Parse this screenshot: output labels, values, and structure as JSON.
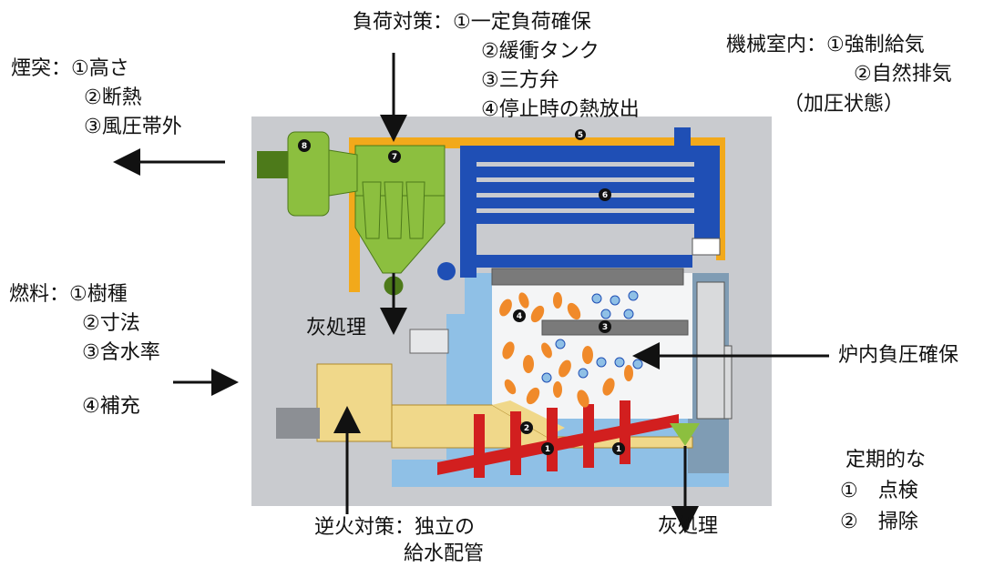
{
  "labels": {
    "load_title": "負荷対策：①一定負荷確保",
    "load_2": "②緩衝タンク",
    "load_3": "③三方弁",
    "load_4": "④停止時の熱放出",
    "room_title": "機械室内：①強制給気",
    "room_2": "②自然排気",
    "room_3": "（加圧状態）",
    "chimney_title": "煙突：①高さ",
    "chimney_2": "②断熱",
    "chimney_3": "③風圧帯外",
    "fuel_title": "燃料：①樹種",
    "fuel_2": "②寸法",
    "fuel_3": "③含水率",
    "fuel_4": "④補充",
    "ash_upper": "灰処理",
    "ash_lower": "灰処理",
    "negative_pressure": "炉内負圧確保",
    "periodic_title": "定期的な",
    "periodic_1": "①　点検",
    "periodic_2": "②　掃除",
    "backfire_1": "逆火対策：独立の",
    "backfire_2": "給水配管"
  },
  "component_numbers": [
    "1",
    "1",
    "2",
    "3",
    "4",
    "5",
    "6",
    "7",
    "8"
  ],
  "colors": {
    "background_panel": "#c9cbcf",
    "water_blue": "#1f4fb5",
    "light_blue": "#8fc0e6",
    "green": "#8cbf3f",
    "yellow": "#f0d88a",
    "orange_frame": "#f2a91b",
    "grate_red": "#d21f1f",
    "flame": "#f08a2a"
  }
}
